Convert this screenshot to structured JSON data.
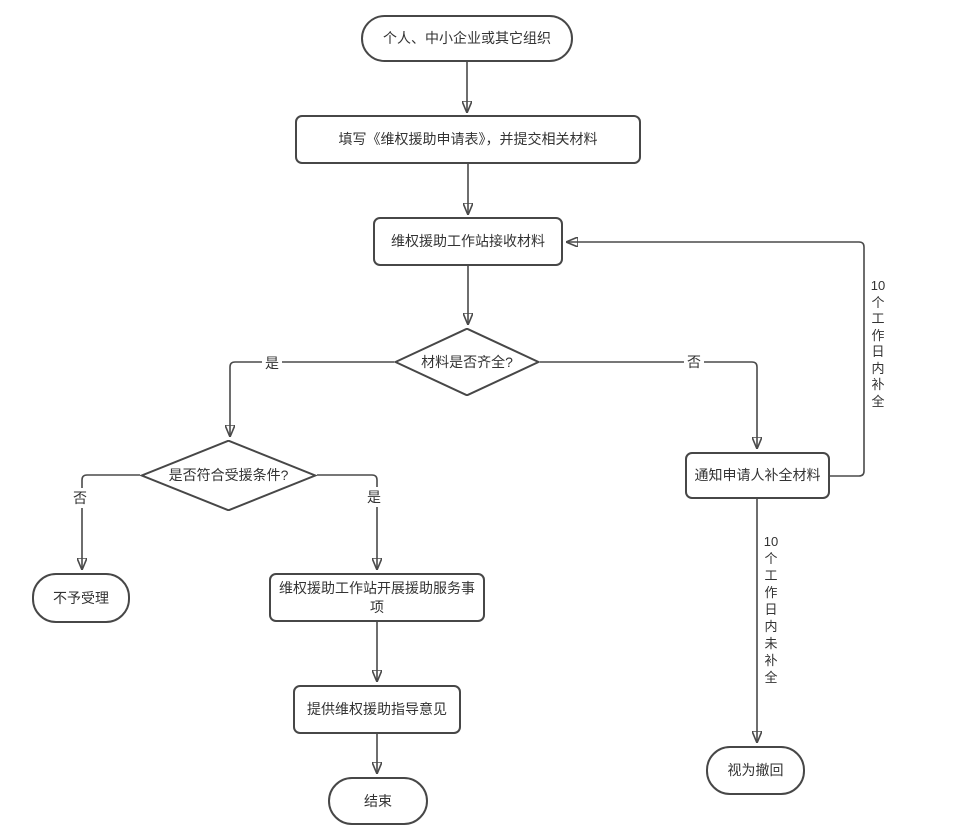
{
  "nodes": {
    "start": {
      "label": "个人、中小企业或其它组织"
    },
    "fill_form": {
      "label": "填写《维权援助申请表》，并提交相关材料"
    },
    "receive_materials": {
      "label": "维权援助工作站接收材料"
    },
    "materials_complete": {
      "label": "材料是否齐全?"
    },
    "eligible": {
      "label": "是否符合受援条件?"
    },
    "reject": {
      "label": "不予受理"
    },
    "carry_out_service": {
      "label": "维权援助工作站开展援助服务事项"
    },
    "provide_guidance": {
      "label": "提供维权援助指导意见"
    },
    "end": {
      "label": "结束"
    },
    "notify_applicant": {
      "label": "通知申请人补全材料"
    },
    "deemed_withdrawn": {
      "label": "视为撤回"
    }
  },
  "edge_labels": {
    "complete_yes": "是",
    "complete_no": "否",
    "eligible_no": "否",
    "eligible_yes": "是",
    "resubmit_within_10_days": "10\n个\n工\n作\n日\n内\n补\n全",
    "not_completed_10_days": "10\n个\n工\n作\n日\n内\n未\n补\n全"
  },
  "colors": {
    "node_border": "#474747",
    "connector": "#4a4a4a",
    "text": "#333333",
    "background": "#ffffff"
  }
}
